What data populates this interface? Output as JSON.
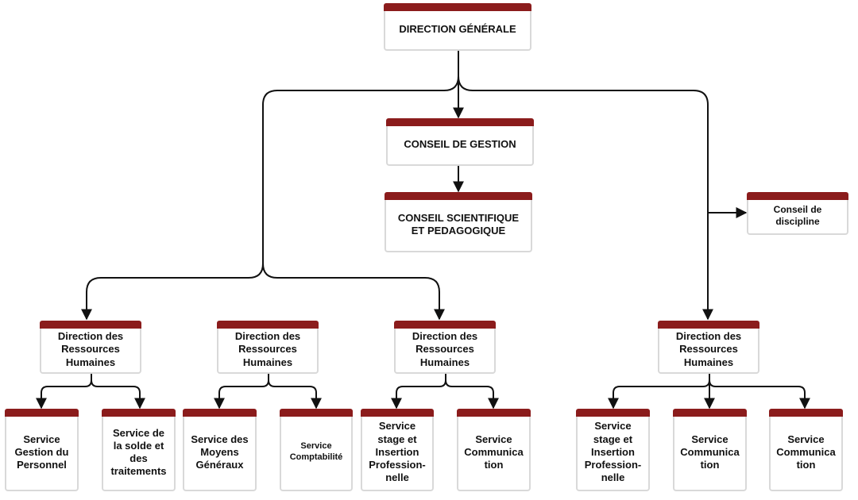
{
  "colors": {
    "bar": "#8b1c1c",
    "line": "#111111",
    "border": "#d9d9d9"
  },
  "nodes": {
    "direction_generale": "DIRECTION GÉNÉRALE",
    "conseil_gestion": "CONSEIL DE GESTION",
    "conseil_scientifique": "CONSEIL SCIENTIFIQUE ET PEDAGOGIQUE",
    "conseil_discipline": "Conseil de discipline",
    "drh_1": "Direction des Ressources Humaines",
    "drh_2": "Direction des Ressources Humaines",
    "drh_3": "Direction des Ressources Humaines",
    "drh_4": "Direction des Ressources Humaines",
    "service_gestion_personnel": "Service Gestion du Personnel",
    "service_solde": "Service de la solde et des traitements",
    "service_moyens_generaux": "Service des Moyens Généraux",
    "service_comptabilite": "Service Comptabilité",
    "service_stage_1": "Service stage et Insertion Profession-nelle",
    "service_communication_1": "Service Communica tion",
    "service_stage_2": "Service stage et Insertion Profession-nelle",
    "service_communication_2": "Service Communica tion",
    "service_communication_3": "Service Communica tion"
  }
}
